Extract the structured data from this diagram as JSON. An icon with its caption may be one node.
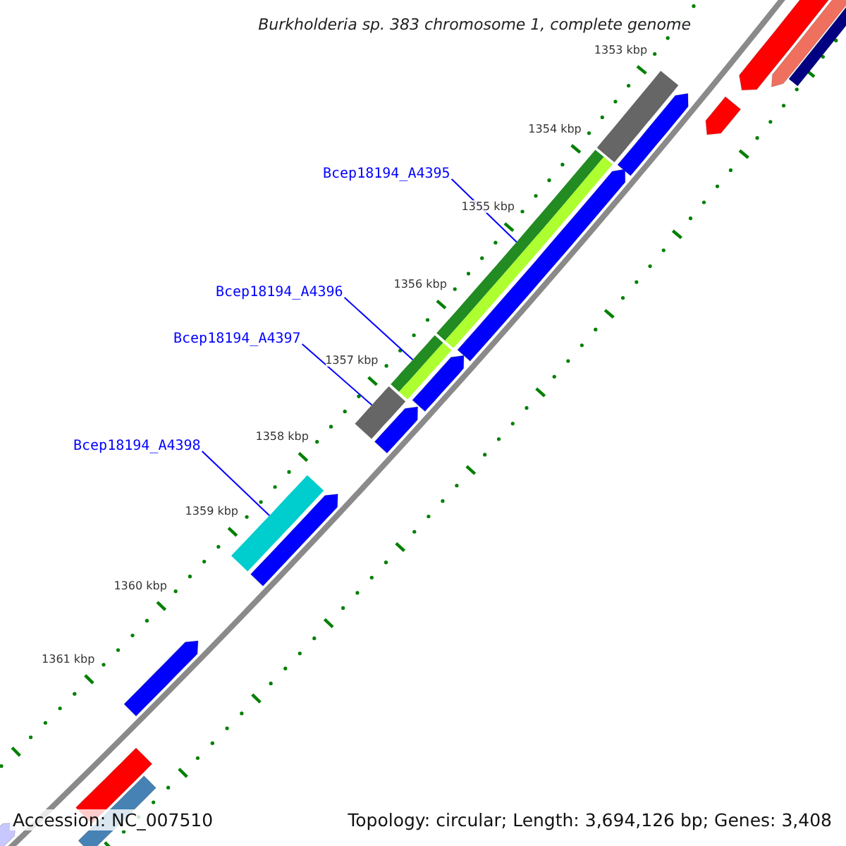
{
  "diagram": {
    "title": "Burkholderia sp. 383 chromosome 1, complete genome",
    "nodes": [
      {
        "text": [
          "Bcep18194_A4395"
        ]
      },
      {
        "text": [],
        "shape": "bar"
      },
      {
        "text": [
          "Bcep18194_A4396"
        ]
      },
      {
        "text": [],
        "shape": "bar"
      },
      {
        "text": [
          "Bcep18194_A4397"
        ]
      },
      {
        "text": [],
        "shape": "bar"
      },
      {
        "text": [
          "Bcep18194_A4398"
        ]
      },
      {
        "text": [],
        "shape": "bar"
      }
    ],
    "edges": [
      {
        "from": 0,
        "to": 1,
        "arrow": "none"
      },
      {
        "from": 2,
        "to": 3,
        "arrow": "none"
      },
      {
        "from": 4,
        "to": 5,
        "arrow": "none"
      },
      {
        "from": 6,
        "to": 7,
        "arrow": "none"
      }
    ],
    "labels": [
      "1353 kbp",
      "1354 kbp",
      "1355 kbp",
      "1356 kbp",
      "1357 kbp",
      "1358 kbp",
      "1359 kbp",
      "1360 kbp",
      "1361 kbp",
      "Accession: NC_007510",
      "Topology: circular; Length: 3,694,126 bp; Genes: 3,408"
    ]
  }
}
